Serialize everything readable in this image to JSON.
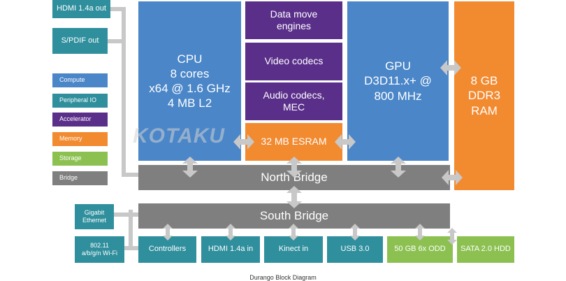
{
  "outputs": {
    "hdmi_out": "HDMI 1.4a out",
    "spdif_out": "S/PDIF out"
  },
  "legend": {
    "compute": "Compute",
    "peripheral_io": "Peripheral IO",
    "accelerator": "Accelerator",
    "memory": "Memory",
    "storage": "Storage",
    "bridge": "Bridge"
  },
  "cpu": {
    "line1": "CPU",
    "line2": "8 cores",
    "line3": "x64 @ 1.6 GHz",
    "line4": "4 MB L2"
  },
  "accelerators": {
    "data_move_1": "Data move",
    "data_move_2": "engines",
    "video": "Video codecs",
    "audio_1": "Audio codecs,",
    "audio_2": "MEC"
  },
  "esram": "32 MB ESRAM",
  "gpu": {
    "line1": "GPU",
    "line2": "D3D11.x+ @",
    "line3": "800 MHz"
  },
  "ram": {
    "line1": "8 GB",
    "line2": "DDR3",
    "line3": "RAM"
  },
  "north_bridge": "North Bridge",
  "south_bridge": "South Bridge",
  "network": {
    "gigabit_1": "Gigabit",
    "gigabit_2": "Ethernet",
    "wifi_1": "802.11",
    "wifi_2": "a/b/g/n Wi-Fi"
  },
  "bottom_row": {
    "controllers": "Controllers",
    "hdmi_in": "HDMI 1.4a in",
    "kinect_in": "Kinect in",
    "usb": "USB 3.0",
    "odd": "50 GB 6x ODD",
    "hdd": "SATA 2.0 HDD"
  },
  "watermark": "KOTAKU",
  "caption": "Durango Block Diagram",
  "colors": {
    "compute": "#4a86c8",
    "peripheral_io": "#2f8f9d",
    "accelerator": "#5a2f8a",
    "memory": "#f28a30",
    "storage": "#8cc152",
    "bridge": "#7f7f7f"
  }
}
